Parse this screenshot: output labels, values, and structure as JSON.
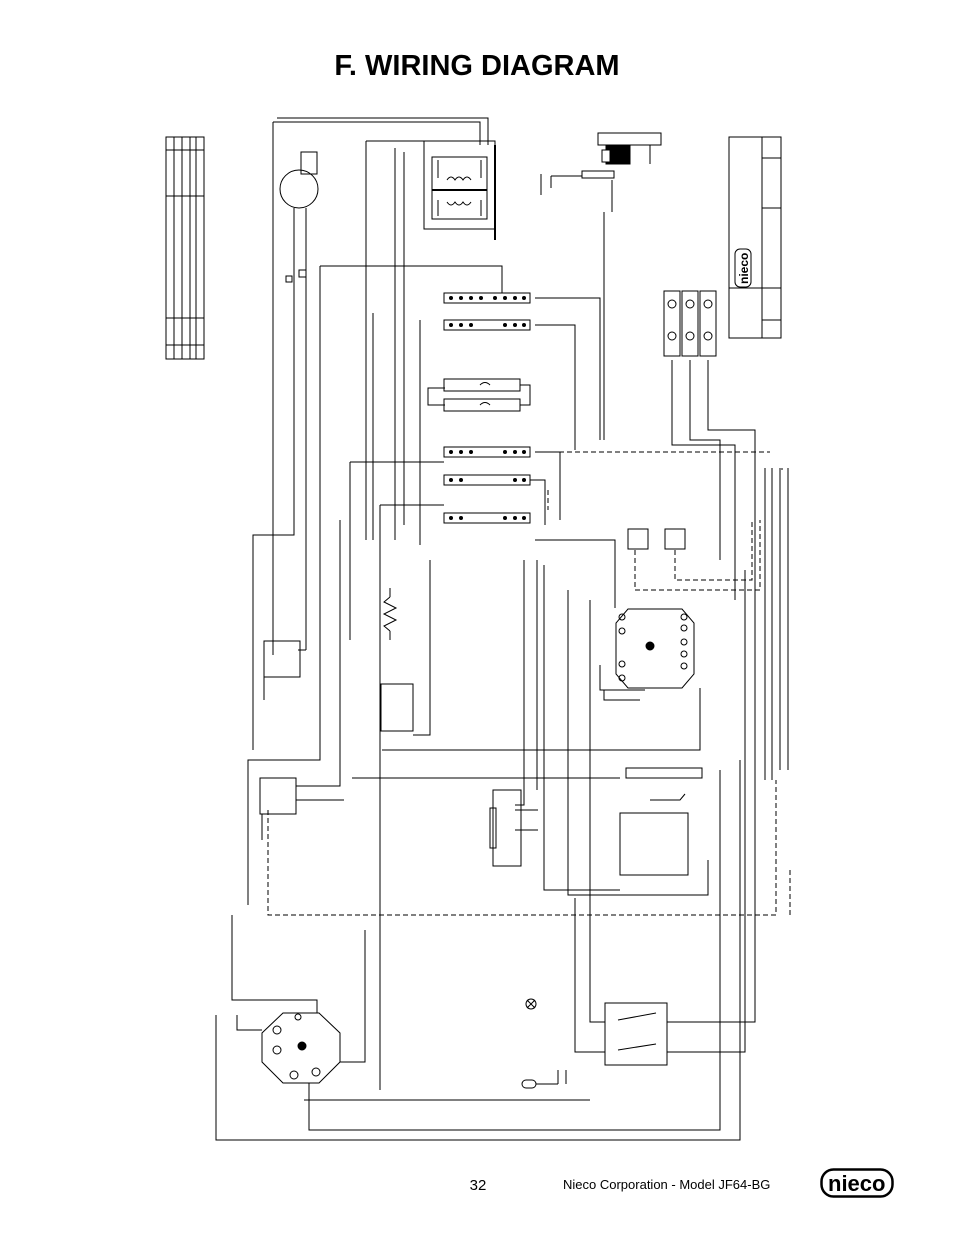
{
  "page": {
    "title": "F. WIRING DIAGRAM",
    "page_number": "32",
    "footer_company": "Nieco Corporation - Model JF64-BG"
  },
  "logos": {
    "side_panel_logo_text": "nieco",
    "footer_logo_text": "nieco"
  },
  "colors": {
    "ink": "#000000",
    "paper": "#ffffff"
  }
}
